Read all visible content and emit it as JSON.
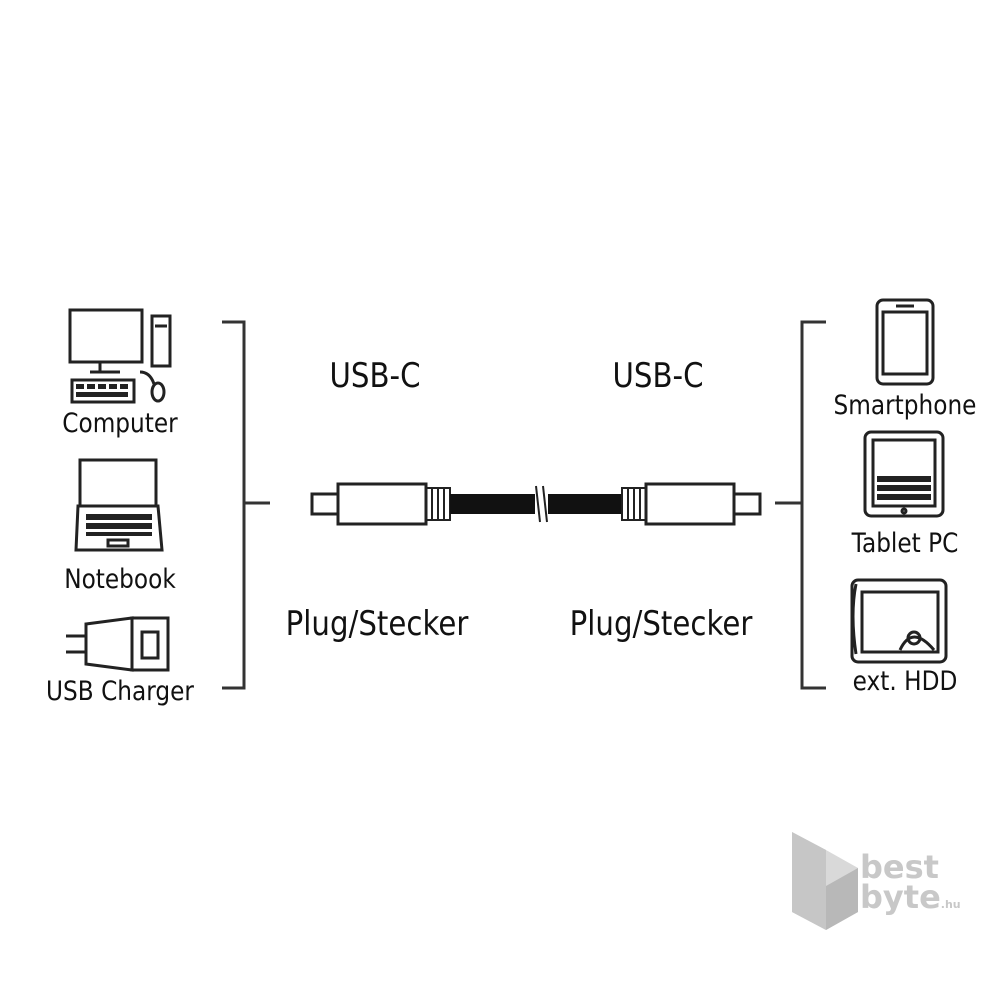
{
  "left_devices": {
    "computer": "Computer",
    "notebook": "Notebook",
    "charger": "USB Charger"
  },
  "right_devices": {
    "smartphone": "Smartphone",
    "tablet": "Tablet PC",
    "hdd": "ext. HDD"
  },
  "connectors": {
    "left_type": "USB-C",
    "right_type": "USB-C",
    "left_kind": "Plug/Stecker",
    "right_kind": "Plug/Stecker"
  },
  "watermark": {
    "line1": "best",
    "line2": "byte",
    "suffix": ".hu"
  },
  "colors": {
    "ink": "#111111",
    "watermark": "#c8c8c8"
  },
  "icons": [
    "desktop-computer-icon",
    "notebook-icon",
    "usb-charger-icon",
    "smartphone-icon",
    "tablet-icon",
    "external-hdd-icon",
    "usb-c-plug-icon"
  ]
}
